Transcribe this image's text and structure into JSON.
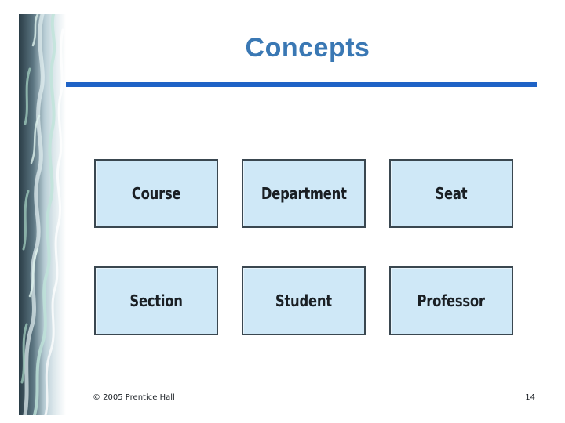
{
  "slide": {
    "title": "Concepts",
    "concepts": [
      "Course",
      "Department",
      "Seat",
      "Section",
      "Student",
      "Professor"
    ],
    "footer_left": "© 2005  Prentice Hall",
    "page_number": "14"
  },
  "colors": {
    "title": "#3a78b4",
    "rule": "#1f63c6",
    "box_fill": "#cfe8f7",
    "box_border": "#3a4750"
  }
}
